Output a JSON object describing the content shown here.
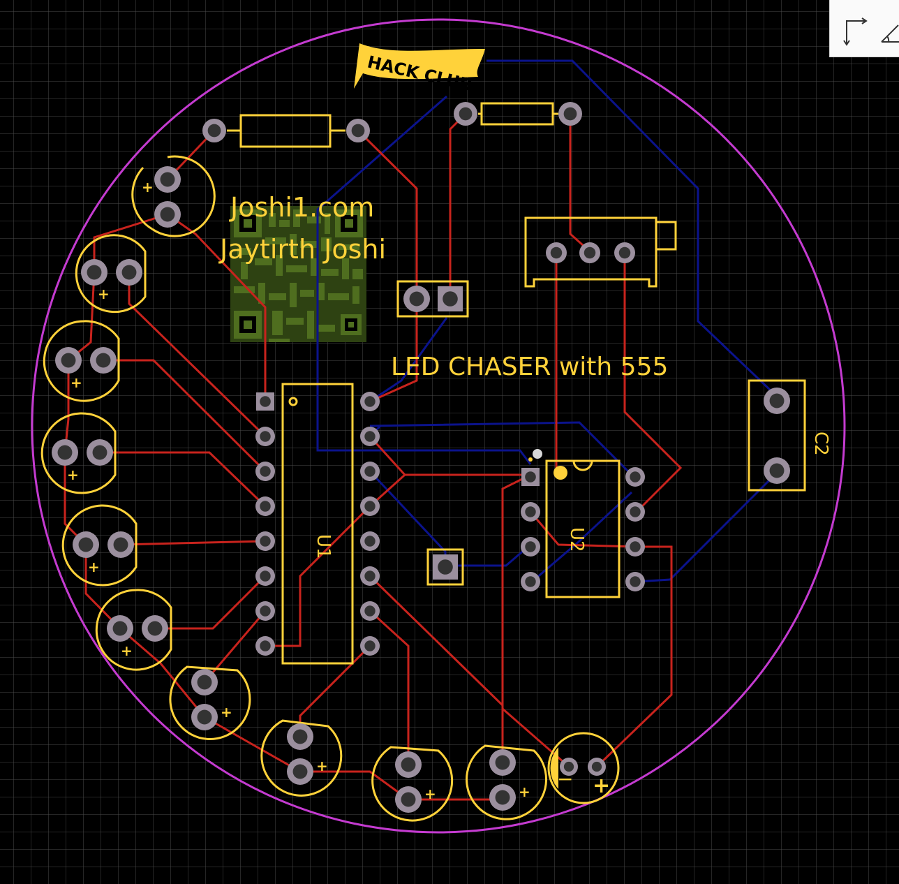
{
  "board": {
    "qr_line1": "Joshi1.com",
    "qr_line2": "Jaytirth Joshi",
    "title": "LED CHASER with 555",
    "logo": "HACK CLUB"
  },
  "refs": {
    "u1": "U1",
    "u2": "U2",
    "c2": "C2"
  },
  "symbols": {
    "plus": "+",
    "minus": "−"
  },
  "toolbar": {
    "tools": [
      {
        "name": "route-track-icon",
        "icon": "route-corner-icon"
      },
      {
        "name": "measure-angle-icon",
        "icon": "angle-icon"
      }
    ]
  },
  "colors": {
    "background": "#000000",
    "grid": "#4a4a4a",
    "outline": "#c43bd0",
    "silkscreen": "#ffd23a",
    "top_copper": "#c8231d",
    "bottom_copper": "#0b138c",
    "pad_fill": "#9b8f9e",
    "qr_green": "#4f6e1f"
  }
}
